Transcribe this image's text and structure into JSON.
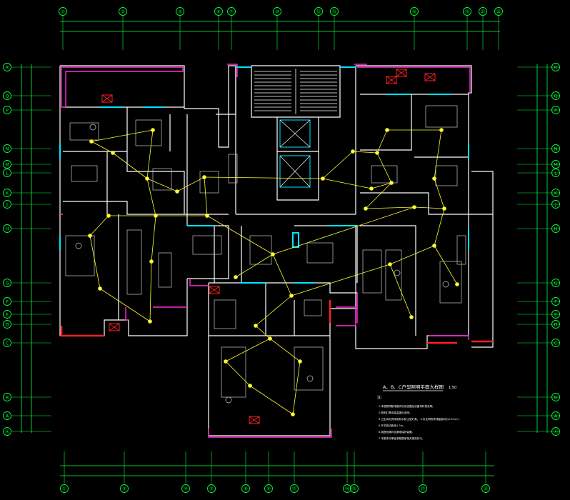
{
  "colors": {
    "background": "#000000",
    "grid": "#00ff3c",
    "wall": "#ffffff",
    "magenta": "#ff2bd6",
    "cyan": "#00e5ff",
    "wiring": "#ffff32",
    "red": "#ff2020",
    "furniture": "#c8c8c8"
  },
  "top_axes": [
    "①",
    "②",
    "③",
    "⑥",
    "⑦",
    "⑩",
    "⑫",
    "⑬",
    "⑯",
    "⑲",
    "㉑",
    "㉒"
  ],
  "bottom_axes": [
    "①",
    "②",
    "④",
    "⑤",
    "⑧",
    "⑨",
    "⑪",
    "⑭",
    "⑮",
    "⑰",
    "㉑"
  ],
  "left_axes": [
    "R",
    "Q",
    "P",
    "N",
    "M",
    "L",
    "K",
    "J",
    "H",
    "G",
    "F",
    "E",
    "D",
    "C",
    "B",
    "A",
    "Ⓐ"
  ],
  "right_axes": [
    "R",
    "Q",
    "P",
    "N",
    "M",
    "L",
    "K",
    "J",
    "H",
    "G",
    "F",
    "E",
    "D",
    "C",
    "B",
    "A",
    "Ⓐ"
  ],
  "drawing_title": "A、B、C户型照明平面大样图",
  "drawing_scale": "1:50",
  "notes_heading": "注：",
  "notes": [
    "1.本层照明配电箱详见系统图及设备材料表说明。",
    "2.照明灯具安装高度见说明。",
    "3.卫生间灯具采用防水防尘型灯具。          4.未注明的导线截面均为2.5mm²。",
    "5.开关底边距地1.3m。",
    "6.插座回路均设漏电保护装置。",
    "7.本图未尽事宜参照国家相关规范执行。"
  ]
}
